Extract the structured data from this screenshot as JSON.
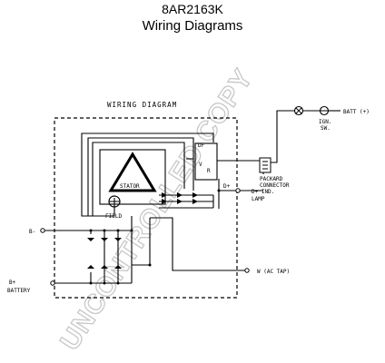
{
  "header": {
    "title": "8AR2163K",
    "subtitle": "Wiring Diagrams"
  },
  "diagram": {
    "heading": "WIRING DIAGRAM",
    "labels": {
      "df": "DF",
      "stator": "STATOR",
      "field": "FIELD",
      "d_plus": "D+",
      "d_plus_ind": "D+ IND.",
      "lamp": "LAMP",
      "b_minus": "B-",
      "b_plus": "B+",
      "battery": "BATTERY",
      "w_ac_tap": "W (AC TAP)",
      "batt_plus": "BATT (+)",
      "ign": "IGN.",
      "sw": "SW.",
      "packard": "PACKARD",
      "connector": "CONNECTOR",
      "reg_v": "V",
      "reg_r": "R"
    },
    "watermark": "UNCONTROLLED COPY",
    "line_color": "#000000",
    "watermark_color": "#c8c8c8"
  }
}
